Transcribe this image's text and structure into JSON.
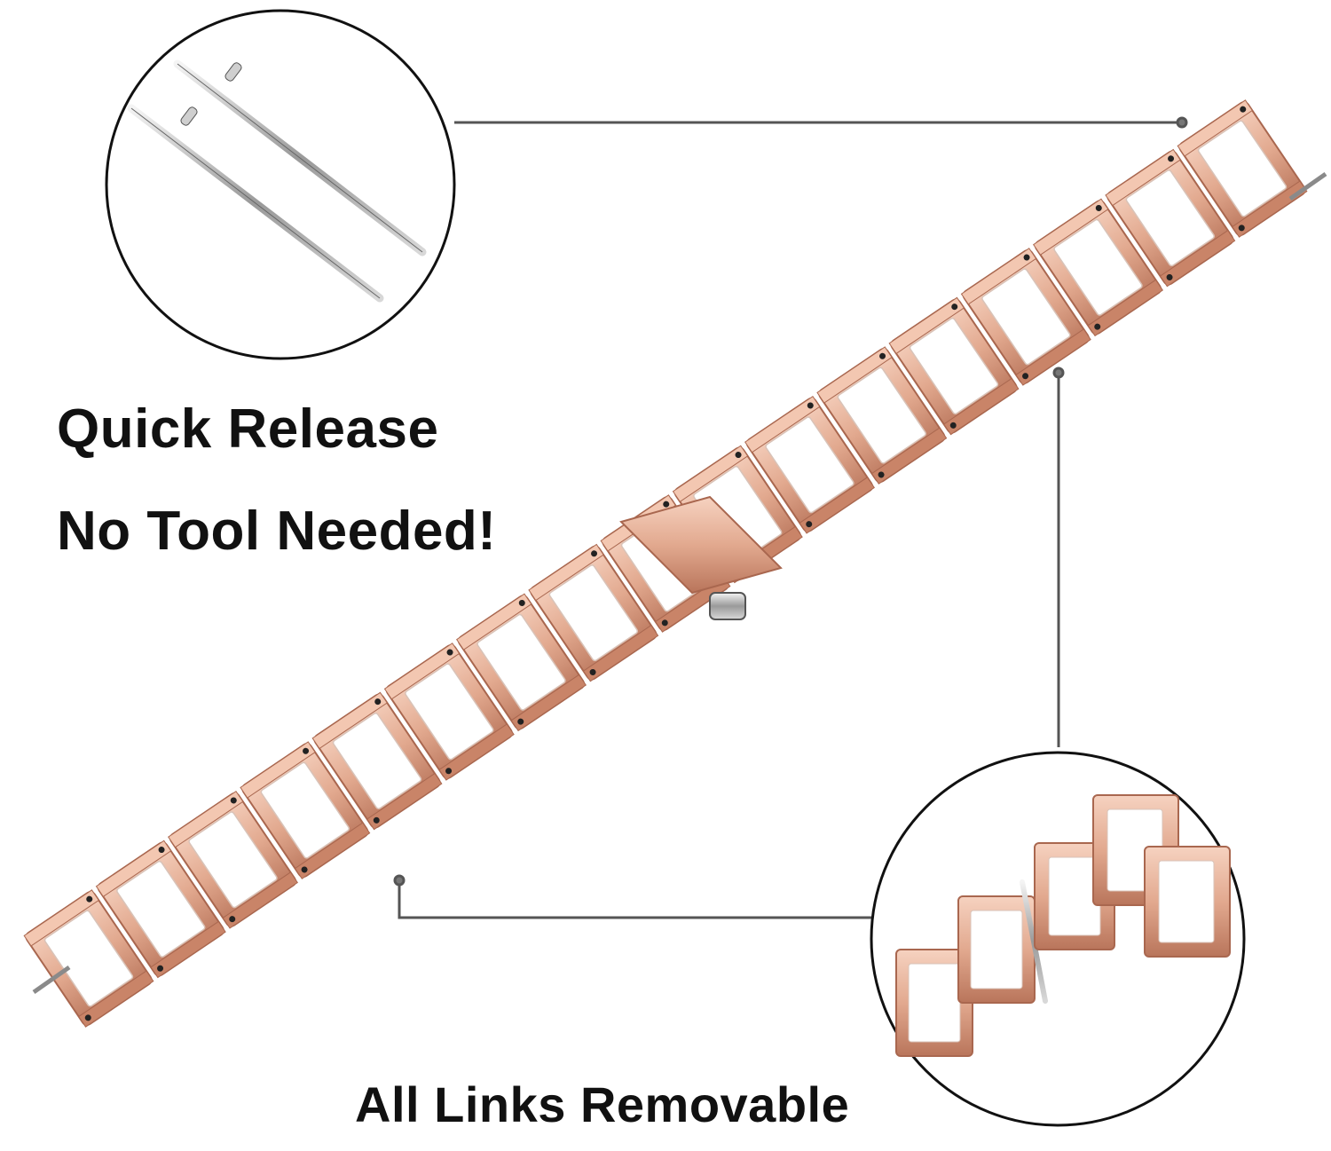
{
  "captions": {
    "quick_release": "Quick Release",
    "no_tool": "No Tool Needed!",
    "all_links": "All Links  Removable"
  },
  "colors": {
    "rose_gold": "#e2a98f",
    "rose_gold_dark": "#b9755b",
    "rose_gold_light": "#f6d2c0",
    "ceramic_white": "#ffffff",
    "callout_line": "#555555"
  },
  "product": {
    "band_links": 17,
    "illustrations": [
      "spring-bar-pins",
      "rose-gold-ceramic-watch-band",
      "removed-link-detail"
    ]
  }
}
